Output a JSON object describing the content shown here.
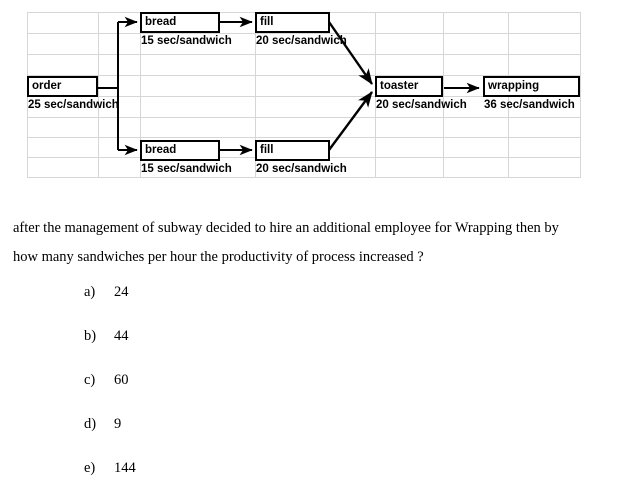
{
  "diagram": {
    "type": "process-flow",
    "grid": {
      "columns": 7,
      "rows": 8,
      "line_color": "#d6d6d6",
      "background": "#ffffff"
    },
    "nodes": [
      {
        "id": "order",
        "label": "order",
        "time": "25 sec/sandwich"
      },
      {
        "id": "bread-top",
        "label": "bread",
        "time": "15 sec/sandwich"
      },
      {
        "id": "fill-top",
        "label": "fill",
        "time": "20 sec/sandwich"
      },
      {
        "id": "bread-bot",
        "label": "bread",
        "time": "15 sec/sandwich"
      },
      {
        "id": "fill-bot",
        "label": "fill",
        "time": "20 sec/sandwich"
      },
      {
        "id": "toaster",
        "label": "toaster",
        "time": "20 sec/sandwich"
      },
      {
        "id": "wrapping",
        "label": "wrapping",
        "time": "36 sec/sandwich"
      }
    ],
    "edges": [
      {
        "from": "order",
        "to": "bread-top"
      },
      {
        "from": "order",
        "to": "bread-bot"
      },
      {
        "from": "bread-top",
        "to": "fill-top"
      },
      {
        "from": "bread-bot",
        "to": "fill-bot"
      },
      {
        "from": "fill-top",
        "to": "toaster"
      },
      {
        "from": "fill-bot",
        "to": "toaster"
      },
      {
        "from": "toaster",
        "to": "wrapping"
      }
    ]
  },
  "question": {
    "line1": "after the management of subway decided to hire an additional employee for Wrapping then by",
    "line2": "how many sandwiches per hour the productivity of process increased ?"
  },
  "options": [
    {
      "letter": "a)",
      "text": "24"
    },
    {
      "letter": "b)",
      "text": "44"
    },
    {
      "letter": "c)",
      "text": "60"
    },
    {
      "letter": "d)",
      "text": "9"
    },
    {
      "letter": "e)",
      "text": "144"
    }
  ]
}
